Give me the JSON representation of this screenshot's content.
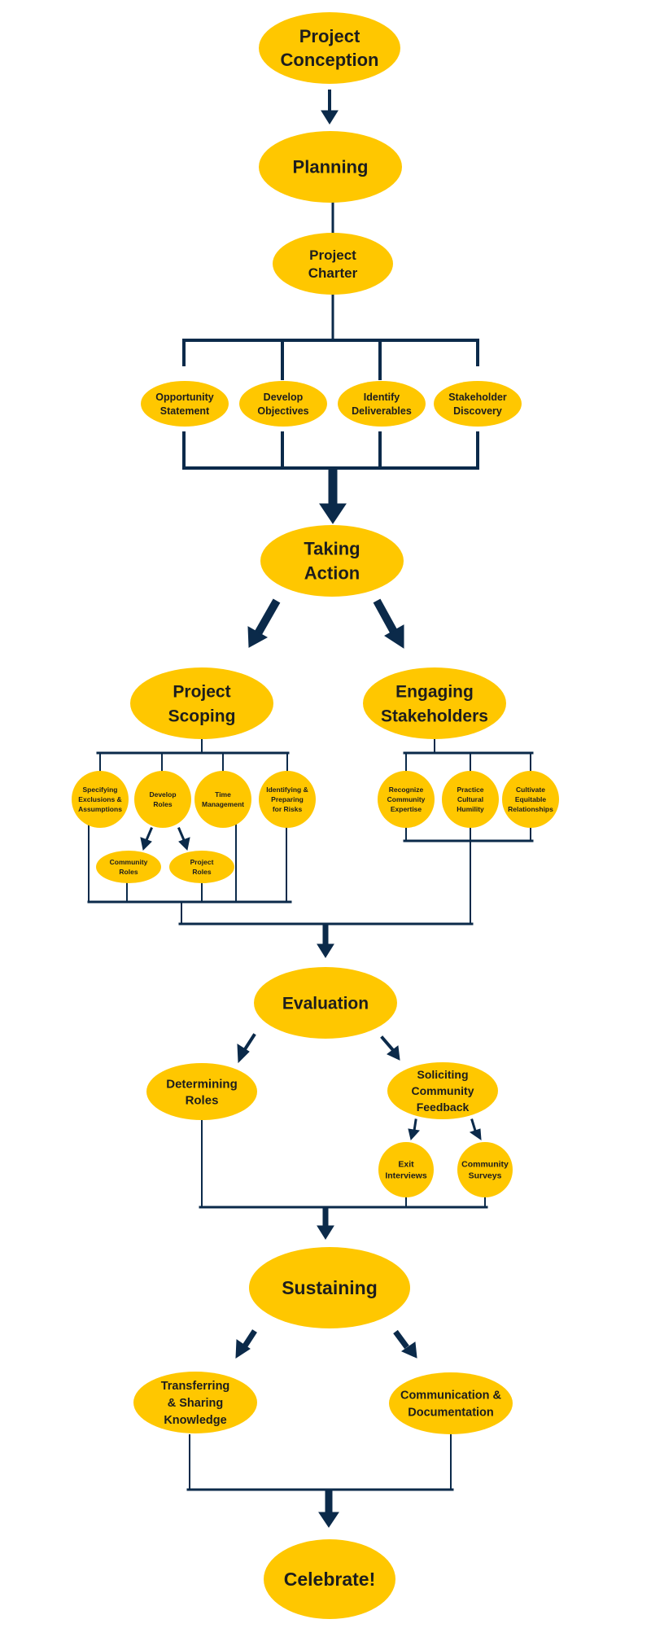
{
  "colors": {
    "node_fill": "#ffc700",
    "line": "#0b2a4a",
    "text": "#1d1d1d"
  },
  "nodes": [
    {
      "id": "project-conception",
      "lines": [
        "Project",
        "Conception"
      ]
    },
    {
      "id": "planning",
      "lines": [
        "Planning"
      ]
    },
    {
      "id": "project-charter",
      "lines": [
        "Project",
        "Charter"
      ]
    },
    {
      "id": "opportunity-statement",
      "lines": [
        "Opportunity",
        "Statement"
      ]
    },
    {
      "id": "develop-objectives",
      "lines": [
        "Develop",
        "Objectives"
      ]
    },
    {
      "id": "identify-deliverables",
      "lines": [
        "Identify",
        "Deliverables"
      ]
    },
    {
      "id": "stakeholder-discovery",
      "lines": [
        "Stakeholder",
        "Discovery"
      ]
    },
    {
      "id": "taking-action",
      "lines": [
        "Taking",
        "Action"
      ]
    },
    {
      "id": "project-scoping",
      "lines": [
        "Project",
        "Scoping"
      ]
    },
    {
      "id": "engaging-stakeholders",
      "lines": [
        "Engaging",
        "Stakeholders"
      ]
    },
    {
      "id": "specifying-exclusions",
      "lines": [
        "Specifying",
        "Exclusions &",
        "Assumptions"
      ]
    },
    {
      "id": "develop-roles",
      "lines": [
        "Develop",
        "Roles"
      ]
    },
    {
      "id": "time-management",
      "lines": [
        "Time",
        "Management"
      ]
    },
    {
      "id": "identifying-risks",
      "lines": [
        "Identifying &",
        "Preparing",
        "for Risks"
      ]
    },
    {
      "id": "community-roles",
      "lines": [
        "Community",
        "Roles"
      ]
    },
    {
      "id": "project-roles",
      "lines": [
        "Project",
        "Roles"
      ]
    },
    {
      "id": "recognize-expertise",
      "lines": [
        "Recognize",
        "Community",
        "Expertise"
      ]
    },
    {
      "id": "practice-humility",
      "lines": [
        "Practice",
        "Cultural",
        "Humility"
      ]
    },
    {
      "id": "cultivate-relationships",
      "lines": [
        "Cultivate",
        "Equitable",
        "Relationships"
      ]
    },
    {
      "id": "evaluation",
      "lines": [
        "Evaluation"
      ]
    },
    {
      "id": "determining-roles",
      "lines": [
        "Determining",
        "Roles"
      ]
    },
    {
      "id": "soliciting-feedback",
      "lines": [
        "Soliciting",
        "Community",
        "Feedback"
      ]
    },
    {
      "id": "exit-interviews",
      "lines": [
        "Exit",
        "Interviews"
      ]
    },
    {
      "id": "community-surveys",
      "lines": [
        "Community",
        "Surveys"
      ]
    },
    {
      "id": "sustaining",
      "lines": [
        "Sustaining"
      ]
    },
    {
      "id": "transferring-knowledge",
      "lines": [
        "Transferring",
        "& Sharing",
        "Knowledge"
      ]
    },
    {
      "id": "communication-documentation",
      "lines": [
        "Communication &",
        "Documentation"
      ]
    },
    {
      "id": "celebrate",
      "lines": [
        "Celebrate!"
      ]
    }
  ]
}
